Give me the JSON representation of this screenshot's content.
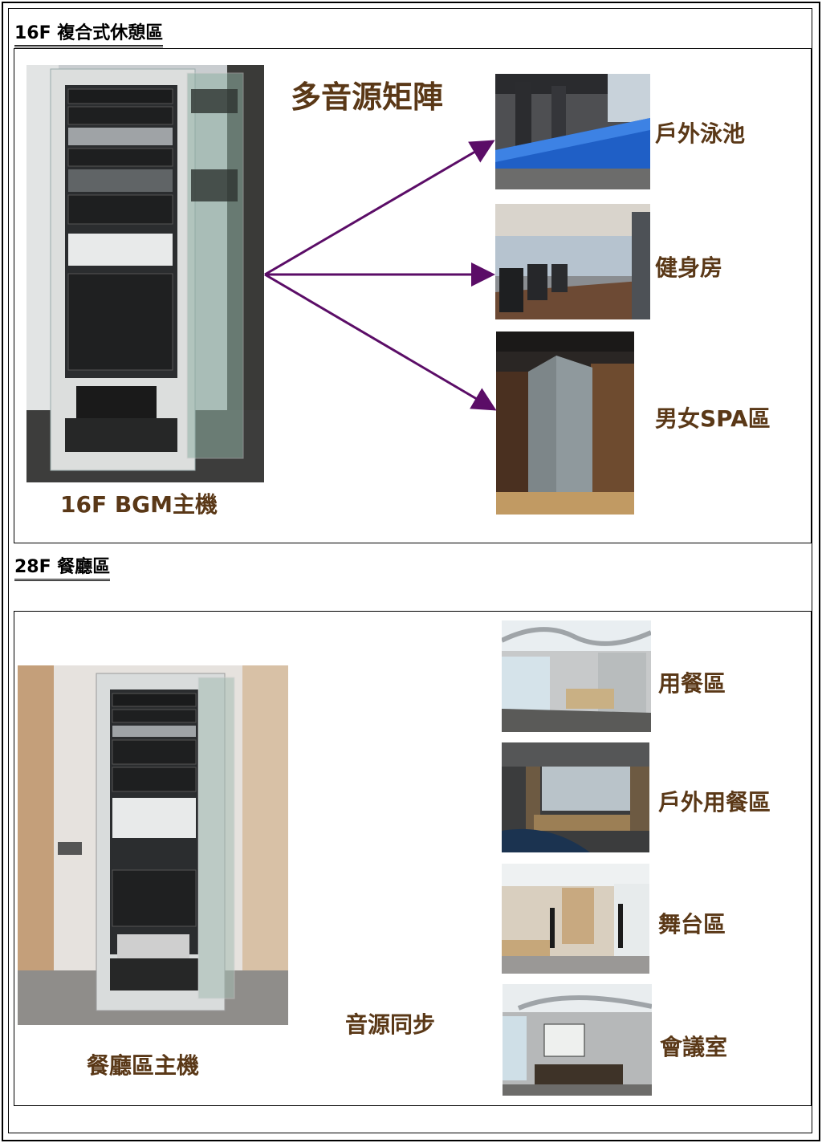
{
  "sections": [
    {
      "title": "16F  複合式休憩區",
      "matrix_label": "多音源矩陣",
      "host_label": "16F BGM主機",
      "zones": [
        "戶外泳池",
        "健身房",
        "男女SPA區"
      ]
    },
    {
      "title": "28F 餐廳區",
      "host_label": "餐廳區主機",
      "zones": [
        "用餐區",
        "戶外用餐區",
        "舞台區",
        "會議室"
      ],
      "sync_label": "音源同步"
    }
  ],
  "colors": {
    "label_brown": "#5a3817",
    "arrow_purple": "#5b0d67",
    "arrow_green": "#1e6b1e"
  }
}
